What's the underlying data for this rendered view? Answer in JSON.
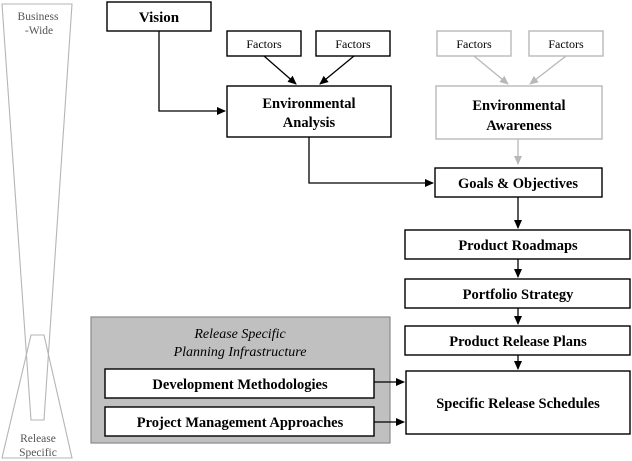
{
  "funnel": {
    "top_line1": "Business",
    "top_line2": "-Wide",
    "bottom_line1": "Release",
    "bottom_line2": "Specific"
  },
  "nodes": {
    "vision": "Vision",
    "factors_a": "Factors",
    "factors_b": "Factors",
    "factors_c": "Factors",
    "factors_d": "Factors",
    "env_analysis_line1": "Environmental",
    "env_analysis_line2": "Analysis",
    "env_awareness_line1": "Environmental",
    "env_awareness_line2": "Awareness",
    "goals": "Goals & Objectives",
    "roadmaps": "Product Roadmaps",
    "portfolio": "Portfolio Strategy",
    "release_plans": "Product Release Plans",
    "release_schedules": "Specific Release Schedules",
    "dev_methods": "Development Methodologies",
    "pm_approaches": "Project Management Approaches"
  },
  "panel": {
    "title_line1": "Release Specific",
    "title_line2": "Planning Infrastructure"
  },
  "colors": {
    "active": "#000000",
    "inactive": "#b8b8b8",
    "panel": "#c0c0c0"
  }
}
